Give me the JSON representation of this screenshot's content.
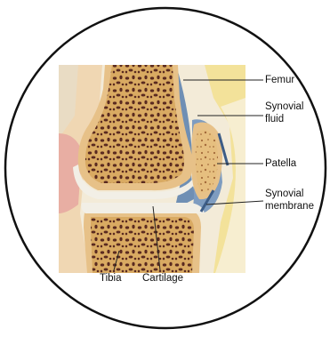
{
  "labels": {
    "femur": "Femur",
    "synovial_fluid_line1": "Synovial",
    "synovial_fluid_line2": "fluid",
    "patella": "Patella",
    "synovial_membrane_line1": "Synovial",
    "synovial_membrane_line2": "membrane",
    "tibia": "Tibia",
    "cartilage": "Cartilage"
  },
  "colors": {
    "background": "#ffffff",
    "circle_outline": "#111111",
    "bone_outer": "#e7c188",
    "bone_inner": "#d9aa62",
    "marrow_holes": "#5a2a20",
    "cartilage": "#f2efe6",
    "synovial_fluid": "#6f8fb4",
    "soft_tissue": "#f0d7b3",
    "pink_tissue": "#e6a7a0",
    "fat_yellow": "#f3e29a",
    "leader_lines": "#222222"
  }
}
